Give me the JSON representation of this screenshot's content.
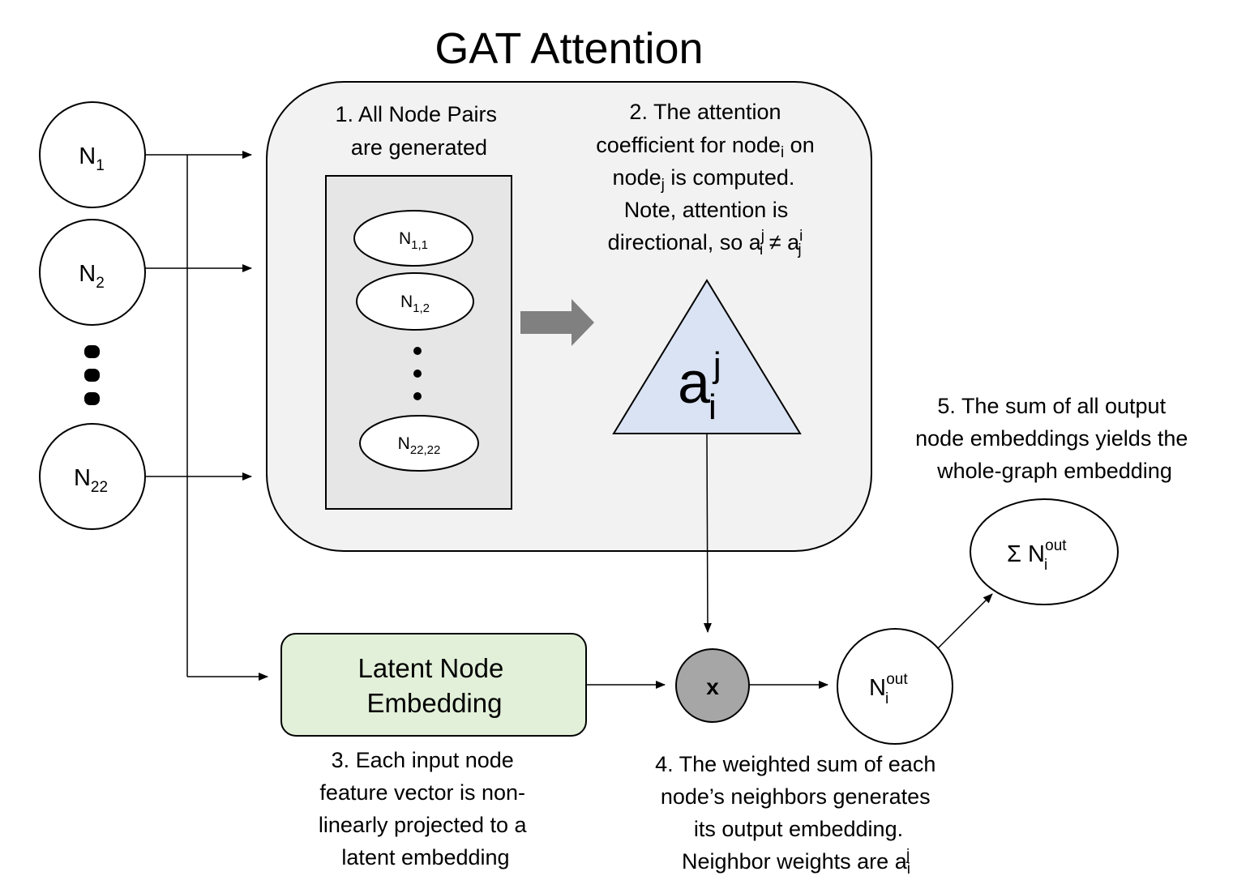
{
  "title": "GAT Attention",
  "input_nodes": [
    {
      "base": "N",
      "sub": "1"
    },
    {
      "base": "N",
      "sub": "2"
    },
    {
      "base": "N",
      "sub": "22"
    }
  ],
  "pair_nodes": [
    {
      "base": "N",
      "sub": "1,1"
    },
    {
      "base": "N",
      "sub": "1,2"
    },
    {
      "base": "N",
      "sub": "22,22"
    }
  ],
  "steps": {
    "step1": [
      "1. All Node Pairs",
      "are generated"
    ],
    "step2": {
      "line1": "2. The attention",
      "line2_pre": "coefficient for node",
      "line2_sub": "i",
      "line2_post": " on",
      "line3_pre": "node",
      "line3_sub": "j",
      "line3_post": " is computed.",
      "line4": "Note, attention is",
      "line5_pre": "directional, so a",
      "line5_sup1": "j",
      "line5_sub1": "i",
      "line5_mid": " ≠ a",
      "line5_sup2": "i",
      "line5_sub2": "j"
    },
    "step3": [
      "3. Each input node",
      "feature vector is non-",
      "linearly projected to a",
      "latent embedding"
    ],
    "step4": {
      "lines": [
        "4. The weighted sum of each",
        "node’s neighbors generates",
        "its output embedding."
      ],
      "last_pre": "Neighbor weights are a",
      "last_sub": "i",
      "last_sup": "j"
    },
    "step5": [
      "5. The sum of all output",
      "node embeddings yields the",
      "whole-graph embedding"
    ]
  },
  "attention_symbol": {
    "base": "a",
    "sub": "i",
    "sup": "j"
  },
  "latent_box": [
    "Latent Node",
    "Embedding"
  ],
  "multiply_label": "x",
  "output_node": {
    "base": "N",
    "sub": "i",
    "sup": "out"
  },
  "sum_node": {
    "prefix": "Σ N",
    "sub": "i",
    "sup": "out"
  },
  "colors": {
    "panel_fill": "#f2f2f2",
    "pairs_box_fill": "#e6e6e6",
    "triangle_fill": "#dae3f3",
    "latent_fill": "#e2f0d9",
    "multiply_fill": "#a6a6a6",
    "big_arrow": "#808080"
  }
}
